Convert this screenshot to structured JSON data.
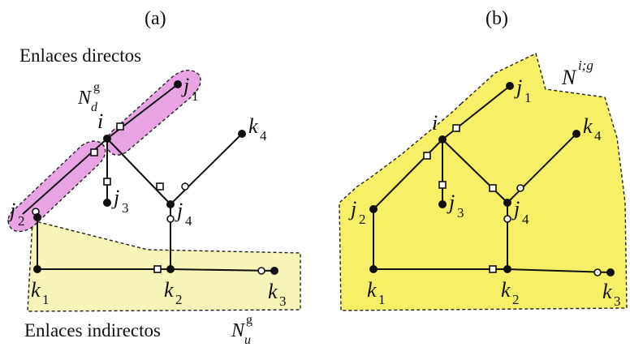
{
  "panels": {
    "a": {
      "label": "(a)",
      "direct_caption": "Enlaces directos",
      "indirect_caption": "Enlaces indirectos",
      "nd_symbol": "N",
      "nd_sub": "d",
      "nd_sup": "g",
      "nu_symbol": "N",
      "nu_sub": "u",
      "nu_sup": "g"
    },
    "b": {
      "label": "(b)",
      "n_symbol": "N",
      "n_sup": "i;g"
    }
  },
  "node_labels": {
    "i": "i",
    "j": "j",
    "k": "k",
    "j1_sub": "1",
    "j2_sub": "2",
    "j3_sub": "3",
    "j4_sub": "4",
    "k1_sub": "1",
    "k2_sub": "2",
    "k3_sub": "3",
    "k4_sub": "4"
  },
  "colors": {
    "direct_region": "#e8a3e2",
    "indirect_region": "#f7f4b8",
    "full_region": "#f5f065",
    "ink": "#111111"
  }
}
